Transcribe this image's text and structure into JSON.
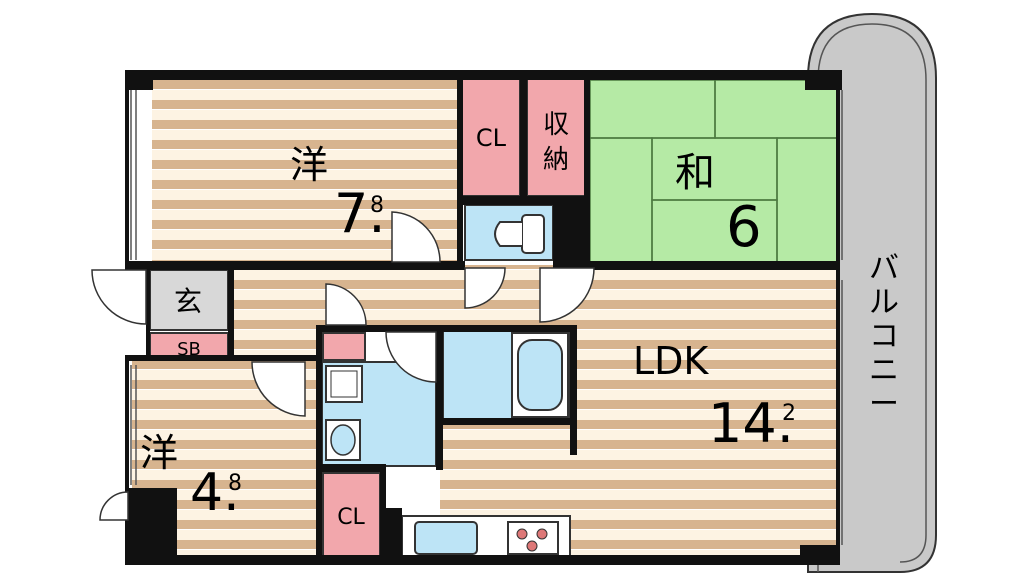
{
  "colors": {
    "wall": "#111111",
    "floor_light": "#fdf3e3",
    "floor_dark": "#d7b48f",
    "tatami": "#b5eaa5",
    "closet": "#f2a7ac",
    "wet_area": "#bde4f6",
    "balcony": "#c9c9c9",
    "entrance": "#d8d8d8"
  },
  "rooms": {
    "western_1": {
      "name": "洋",
      "size_main": "7.",
      "size_sub": "8"
    },
    "western_2": {
      "name": "洋",
      "size_main": "4.",
      "size_sub": "8"
    },
    "japanese": {
      "name": "和",
      "size": "6"
    },
    "ldk": {
      "name": "LDK",
      "size_main": "14.",
      "size_sub": "2"
    },
    "closet_upper": {
      "label": "CL"
    },
    "closet_lower": {
      "label": "CL"
    },
    "storage": {
      "label_line1": "収",
      "label_line2": "納"
    },
    "entrance": {
      "label": "玄"
    },
    "shoe_box": {
      "label": "SB"
    },
    "balcony": {
      "label": [
        "バ",
        "ル",
        "コ",
        "ニ",
        "ー"
      ]
    }
  }
}
